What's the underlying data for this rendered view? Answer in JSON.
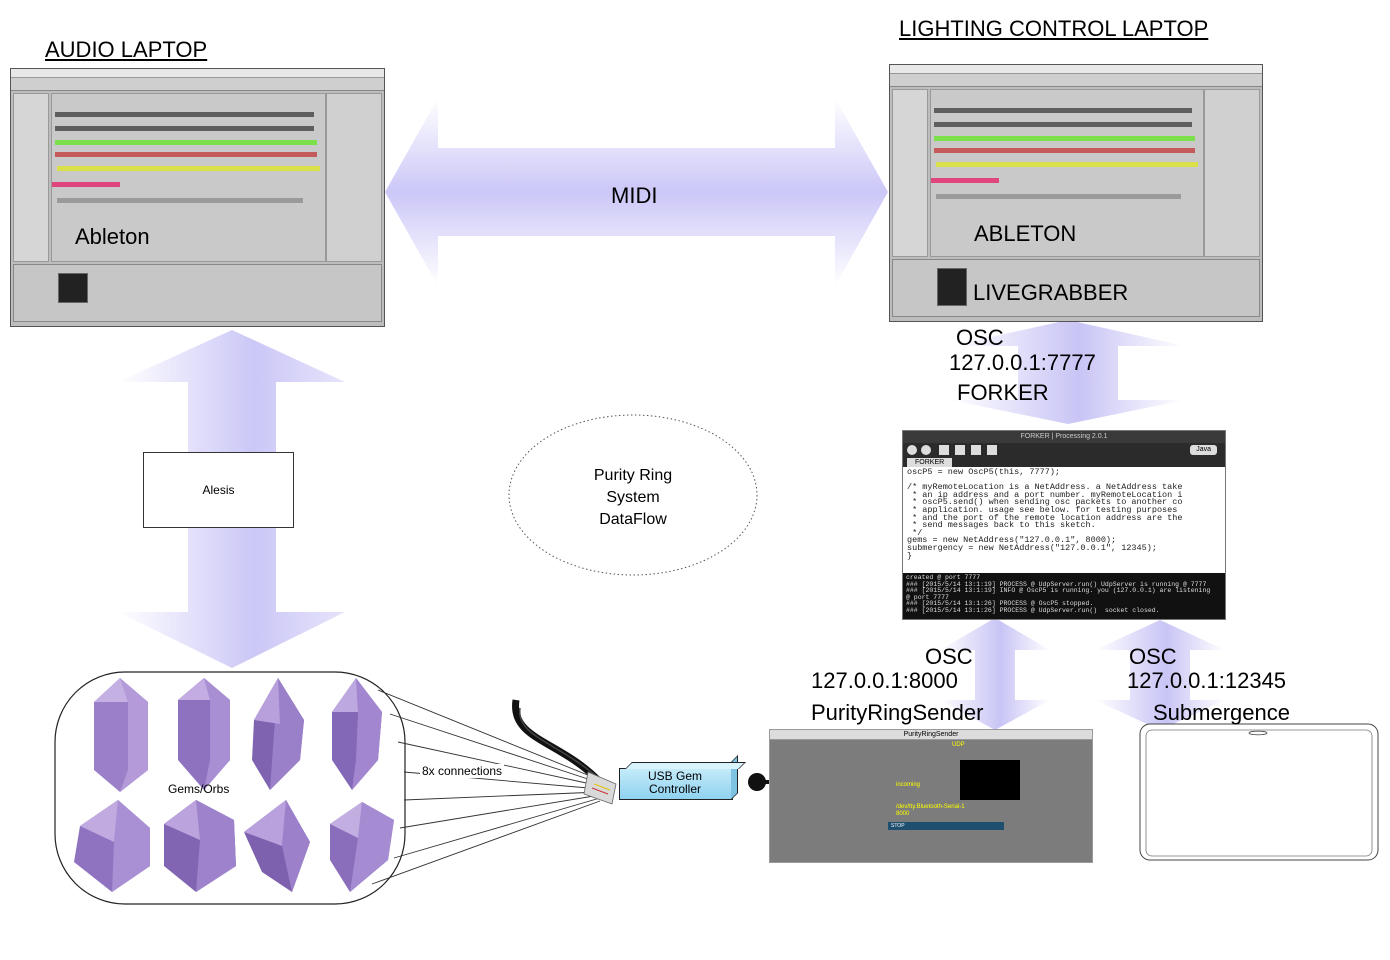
{
  "audio_laptop": {
    "title": "AUDIO LAPTOP",
    "app_label": "Ableton"
  },
  "lighting_laptop": {
    "title": "LIGHTING CONTROL LAPTOP",
    "app_label": "ABLETON",
    "plugin_label": "LIVEGRABBER"
  },
  "midi": {
    "label": "MIDI"
  },
  "osc_top": {
    "protocol": "OSC",
    "address": "127.0.0.1:7777",
    "name": "FORKER"
  },
  "alesis": {
    "label": "Alesis"
  },
  "center": {
    "line1": "Purity Ring",
    "line2": "System",
    "line3": "DataFlow"
  },
  "forker_window": {
    "title": "FORKER | Processing 2.0.1",
    "tab": "FORKER",
    "mode": "Java",
    "code": "oscP5 = new OscP5(this, 7777);\n\n/* myRemoteLocation is a NetAddress. a NetAddress take\n * an ip address and a port number. myRemoteLocation i\n * oscP5.send() when sending osc packets to another co\n * application. usage see below. for testing purposes\n * and the port of the remote location address are the\n * send messages back to this sketch.\n */\ngems = new NetAddress(\"127.0.0.1\", 8000);\nsubmergency = new NetAddress(\"127.0.0.1\", 12345);\n}",
    "console": "created @ port 7777\n### [2015/5/14 13:1:19] PROCESS @ UdpServer.run() UdpServer is running @ 7777\n### [2015/5/14 13:1:19] INFO @ OscP5 is running. you (127.0.0.1) are listening\n@ port 7777\n### [2015/5/14 13:1:26] PROCESS @ OscP5 stopped.\n### [2015/5/14 13:1:26] PROCESS @ UdpServer.run()  socket closed."
  },
  "osc_left": {
    "protocol": "OSC",
    "address": "127.0.0.1:8000",
    "name": "PurityRingSender"
  },
  "osc_right": {
    "protocol": "OSC",
    "address": "127.0.0.1:12345",
    "name": "Submergence"
  },
  "sender_window": {
    "title": "PurityRingSender",
    "udp": "UDP",
    "incoming": "incoming",
    "port": "/dev/tty.Bluetooth-Serial-1",
    "baud": "8000",
    "stop": "STOP"
  },
  "gems": {
    "label": "Gems/Orbs",
    "connections": "8x connections"
  },
  "usb_controller": {
    "line1": "USB Gem",
    "line2": "Controller"
  },
  "colors": {
    "arrow": "#c9c6f6",
    "gem": "#9b80c9",
    "gem_dark": "#7a5fa8",
    "cable": "#1a1a1a",
    "usb_box": "#a6dcf2"
  }
}
